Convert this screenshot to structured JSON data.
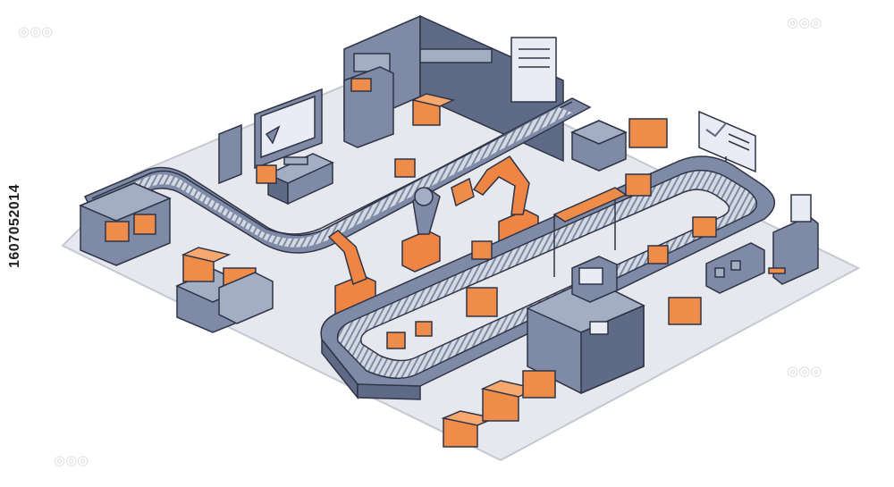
{
  "image": {
    "kind": "isometric illustration",
    "subject": "automated factory production line with conveyor belts, robotic arms, boxes and control stations",
    "stock_id": "1607052014",
    "watermark_icon": "stock-logo-icon"
  },
  "colors": {
    "floor": "#e6e8ee",
    "floor_edge": "#c4c8d2",
    "machine": "#7f8ba6",
    "machine_dark": "#5e6a86",
    "machine_light": "#a3adc4",
    "belt_rollers": "#d5d9e2",
    "box_orange": "#f08c4a",
    "box_orange_dark": "#d46f2e",
    "robot_orange": "#ee8544",
    "outline": "#2f3447",
    "screen": "#e9ecf4"
  }
}
